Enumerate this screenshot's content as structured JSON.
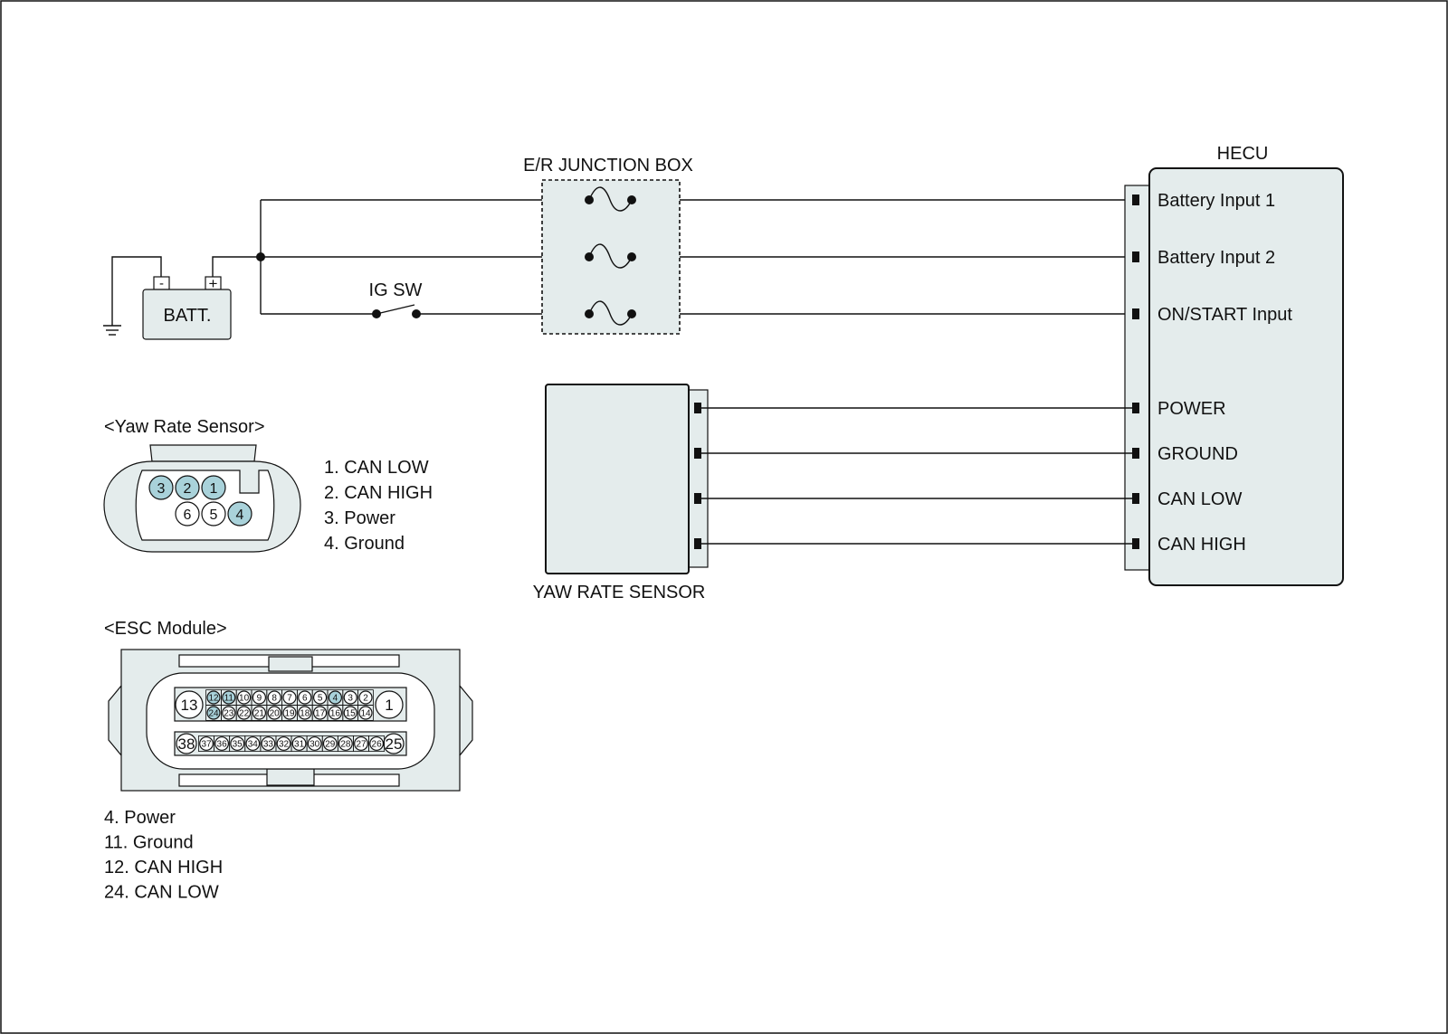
{
  "junction_box": {
    "label": "E/R JUNCTION BOX"
  },
  "battery": {
    "label": "BATT.",
    "neg": "-",
    "pos": "+"
  },
  "ig_switch": {
    "label": "IG SW"
  },
  "hecu": {
    "label": "HECU",
    "pins": [
      "Battery Input 1",
      "Battery Input 2",
      "ON/START Input",
      "POWER",
      "GROUND",
      "CAN LOW",
      "CAN HIGH"
    ]
  },
  "yaw_sensor": {
    "label": "YAW RATE SENSOR"
  },
  "yaw_connector": {
    "title": "<Yaw Rate Sensor>",
    "pins_top": [
      "3",
      "2",
      "1"
    ],
    "pins_bottom": [
      "6",
      "5",
      "4"
    ],
    "highlighted": [
      "1",
      "2",
      "3",
      "4"
    ],
    "legend": [
      "1. CAN LOW",
      "2. CAN HIGH",
      "3. Power",
      "4. Ground"
    ]
  },
  "esc_connector": {
    "title": "<ESC Module>",
    "row1": [
      "12",
      "11",
      "10",
      "9",
      "8",
      "7",
      "6",
      "5",
      "4",
      "3",
      "2"
    ],
    "row2": [
      "24",
      "23",
      "22",
      "21",
      "20",
      "19",
      "18",
      "17",
      "16",
      "15",
      "14"
    ],
    "row3": [
      "37",
      "36",
      "35",
      "34",
      "33",
      "32",
      "31",
      "30",
      "29",
      "28",
      "27",
      "26"
    ],
    "big_left_top": "13",
    "big_right_top": "1",
    "big_left_bottom": "38",
    "big_right_bottom": "25",
    "highlighted": [
      "4",
      "11",
      "12",
      "24"
    ],
    "legend": [
      "4. Power",
      "11. Ground",
      "12. CAN HIGH",
      "24. CAN LOW"
    ]
  },
  "colors": {
    "fill": "#e4ecec",
    "pin_highlight": "#a9d2da",
    "line": "#111111"
  }
}
